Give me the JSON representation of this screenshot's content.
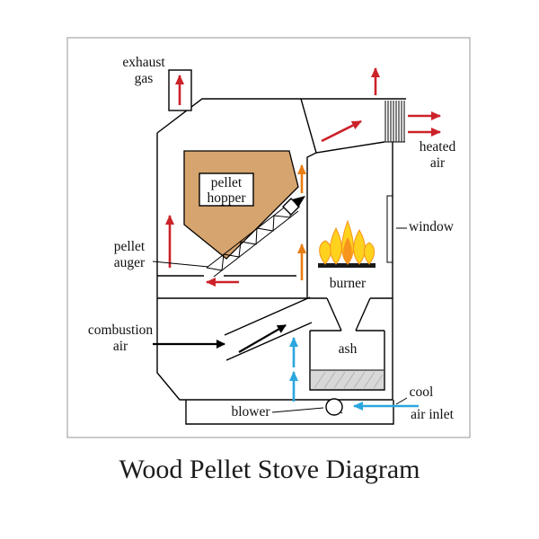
{
  "title": "Wood Pellet Stove Diagram",
  "labels": {
    "exhaust_gas": [
      "exhaust",
      "gas"
    ],
    "pellet_hopper": [
      "pellet",
      "hopper"
    ],
    "pellet_auger": [
      "pellet",
      "auger"
    ],
    "combustion_air": [
      "combustion",
      "air"
    ],
    "blower": "blower",
    "heated_air": [
      "heated",
      "air"
    ],
    "window": "window",
    "burner": "burner",
    "ash": "ash",
    "cool_air_inlet": [
      "cool",
      "air inlet"
    ]
  },
  "colors": {
    "exhaust_red": "#cc2229",
    "cool_blue": "#2ba6de",
    "hot_orange": "#e87d13",
    "hopper_tan": "#d6a46e",
    "flame_yellow": "#ffd21e",
    "flame_orange": "#f7941d",
    "ash_gray": "#d8d8d8",
    "frame_gray": "#a6a6a6"
  }
}
